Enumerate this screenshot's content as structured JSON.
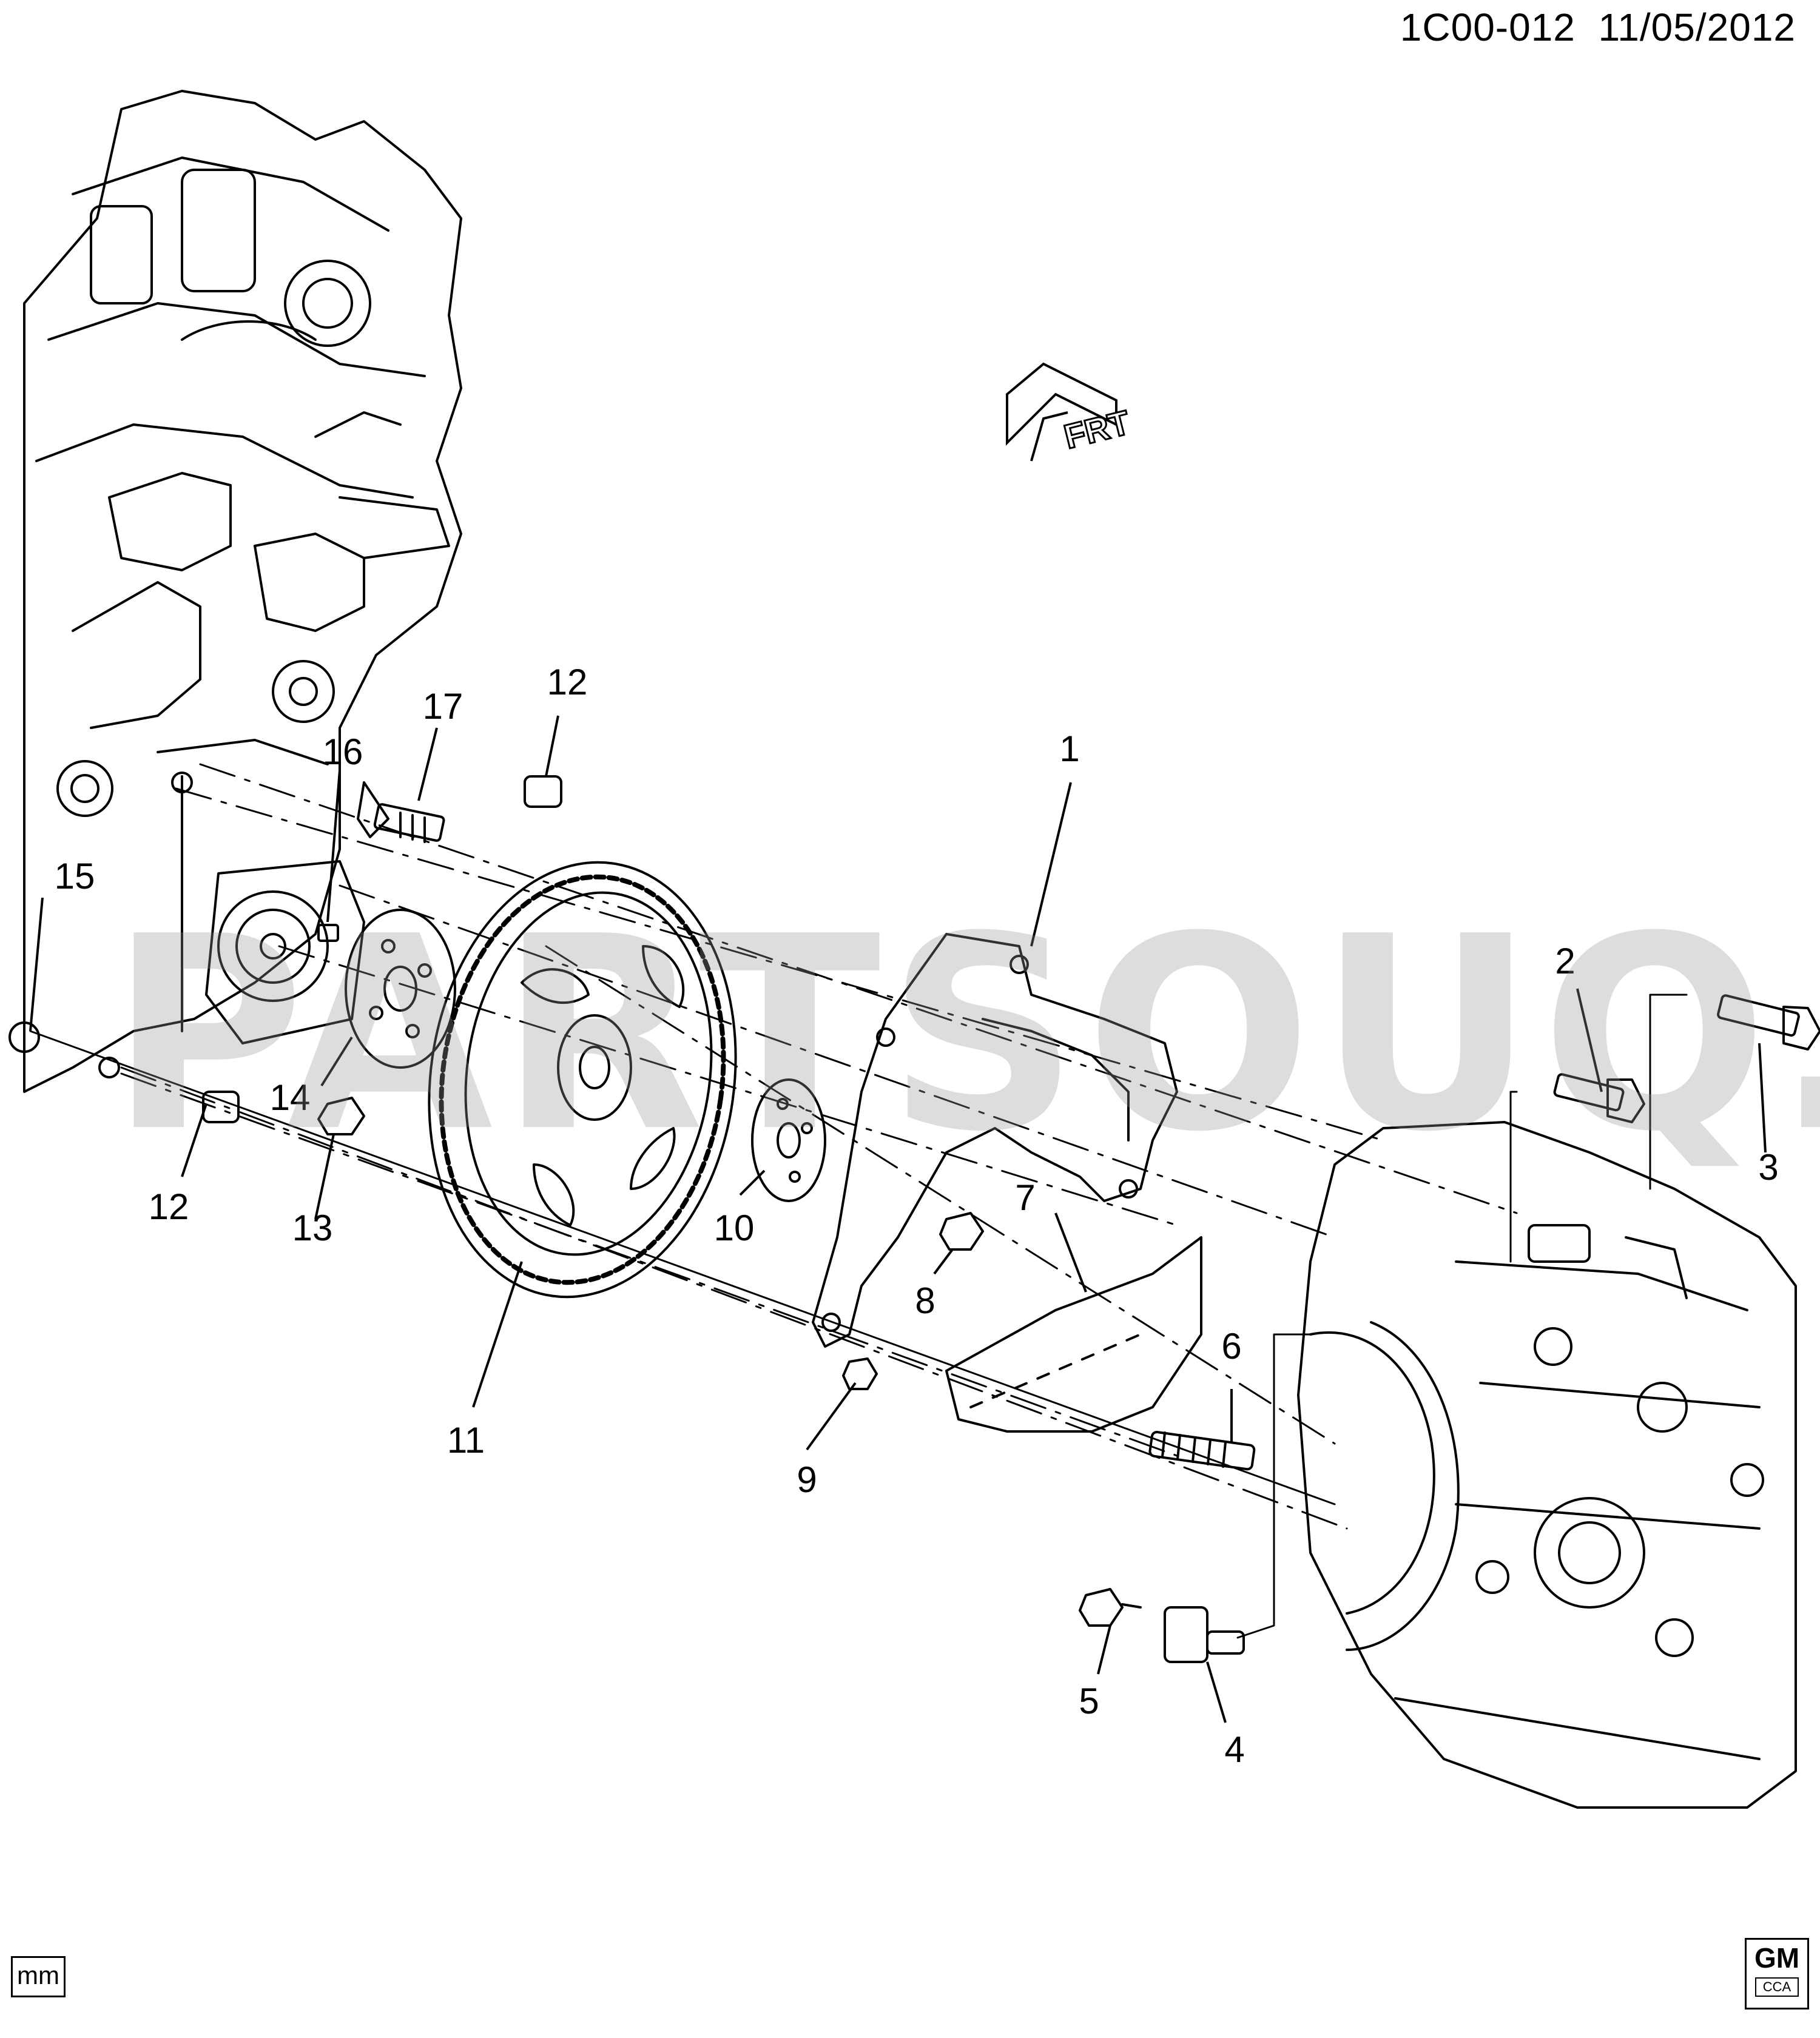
{
  "header": {
    "code": "1C00-012",
    "date": "11/05/2012"
  },
  "watermark": "PARTSOUQ.COM",
  "direction_label": "FRT",
  "callouts": [
    "1",
    "2",
    "3",
    "4",
    "5",
    "6",
    "7",
    "8",
    "9",
    "10",
    "11",
    "12",
    "12",
    "13",
    "14",
    "15",
    "16",
    "17"
  ],
  "footer": {
    "unit": "mm",
    "brand": "GM",
    "brand_sub": "CCA"
  }
}
